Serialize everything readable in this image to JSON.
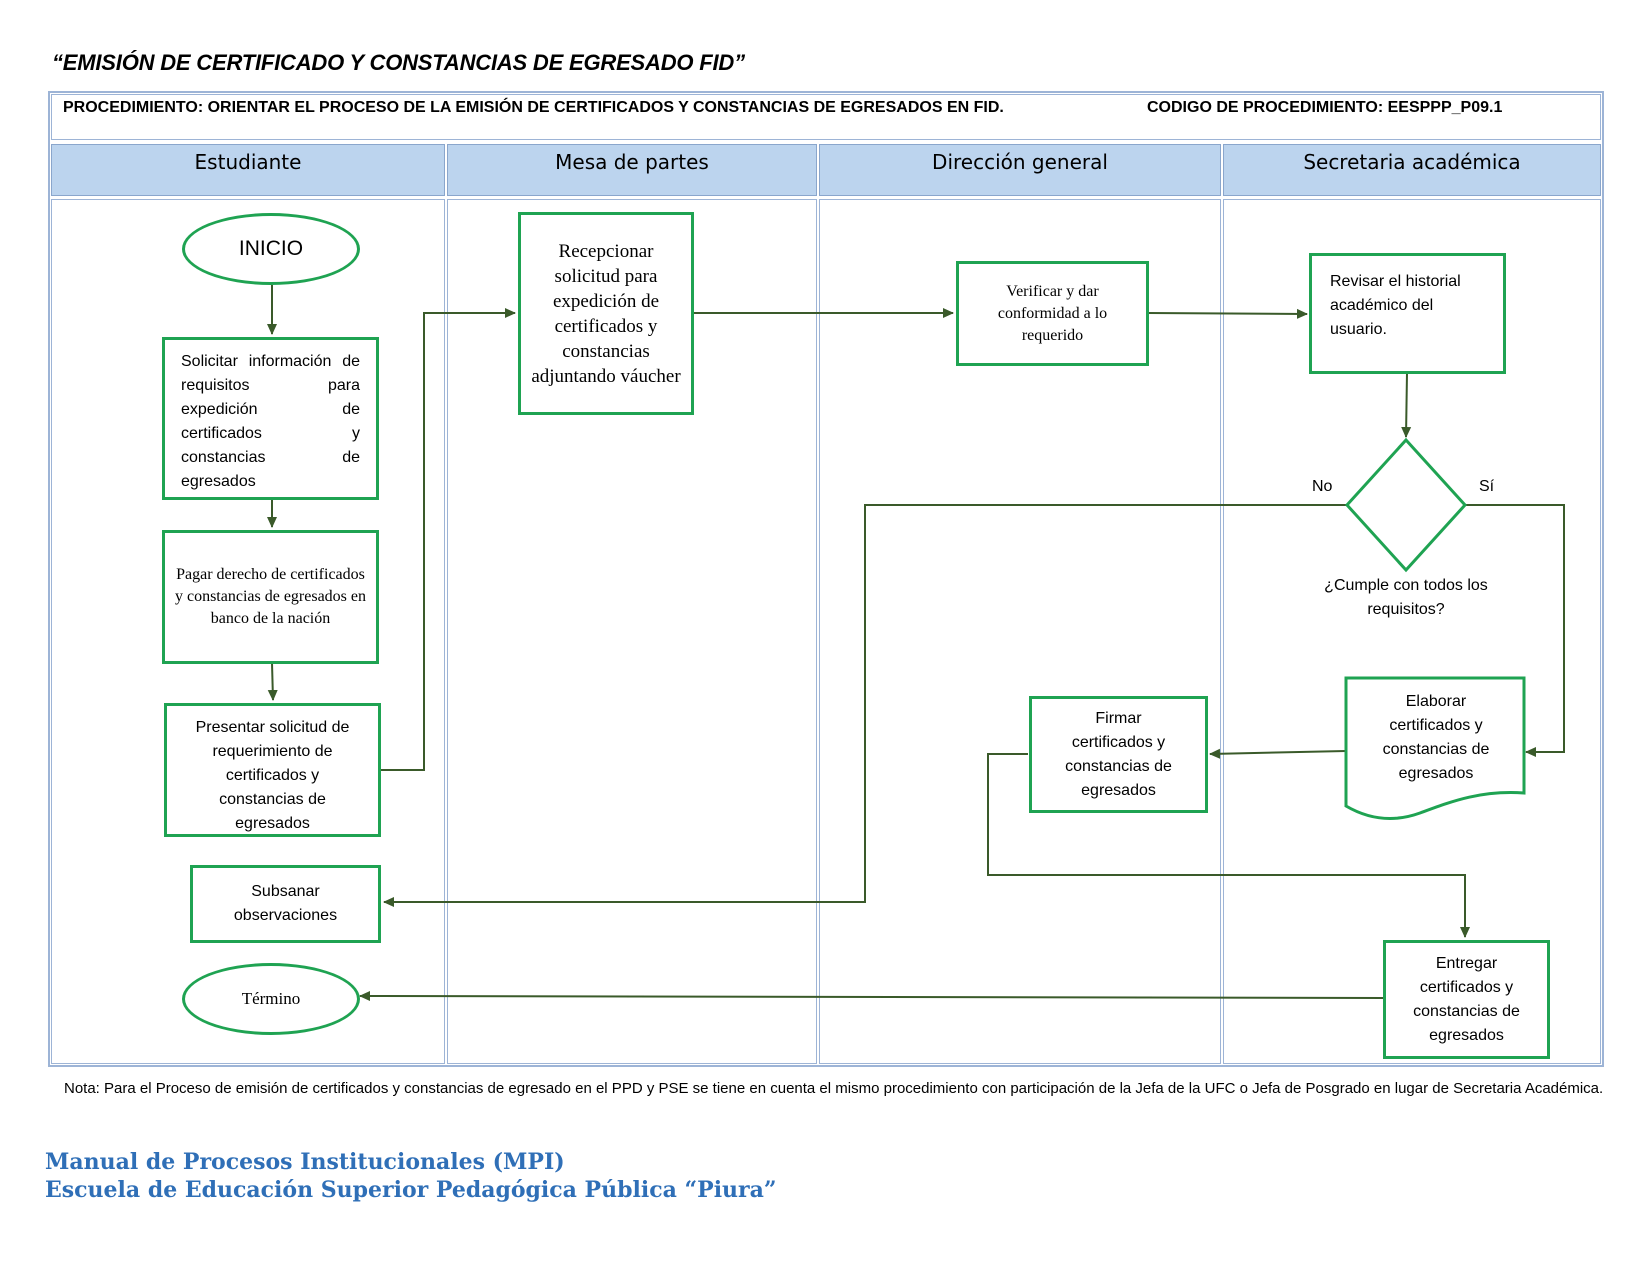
{
  "document": {
    "title": "“EMISIÓN DE CERTIFICADO Y CONSTANCIAS DE EGRESADO FID”",
    "procedure": "PROCEDIMIENTO: ORIENTAR EL PROCESO DE LA EMISIÓN DE CERTIFICADOS Y CONSTANCIAS DE EGRESADOS EN FID.",
    "procedure_code": "CODIGO DE PROCEDIMIENTO: EESPPP_P09.1"
  },
  "lanes": [
    "Estudiante",
    "Mesa de partes",
    "Dirección general",
    "Secretaria académica"
  ],
  "nodes": {
    "inicio": "INICIO",
    "solicitar": "Solicitar información de requisitos para expedición de certificados y constancias de egresados",
    "pagar": "Pagar derecho de certificados y constancias de egresados en banco de la nación",
    "presentar": "Presentar solicitud de requerimiento de certificados y constancias de egresados",
    "subsanar": "Subsanar observaciones",
    "termino": "Término",
    "recepcionar": "Recepcionar solicitud para expedición de certificados y constancias adjuntando váucher",
    "verificar": "Verificar y dar conformidad a lo requerido",
    "revisar": "Revisar el historial académico del usuario.",
    "decision": "¿Cumple con todos los requisitos?",
    "no_label": "No",
    "si_label": "Sí",
    "elaborar": "Elaborar certificados y constancias de egresados",
    "firmar": "Firmar certificados y constancias de egresados",
    "entregar": "Entregar certificados y constancias de egresados"
  },
  "colors": {
    "node_border": "#1fa352",
    "connector": "#3a5a2a",
    "lane_header": "#bcd4ee",
    "frame": "#9db4d6",
    "footer_text": "#2f6fb7"
  },
  "note": "Nota: Para el Proceso de emisión de certificados y constancias de egresado en el PPD y PSE   se tiene en cuenta el mismo procedimiento con participación de la Jefa de la UFC o Jefa de Posgrado en lugar de Secretaria Académica.",
  "footer": {
    "line1": "Manual de Procesos Institucionales (MPI)",
    "line2": "Escuela de Educación Superior Pedagógica Pública “Piura”"
  }
}
